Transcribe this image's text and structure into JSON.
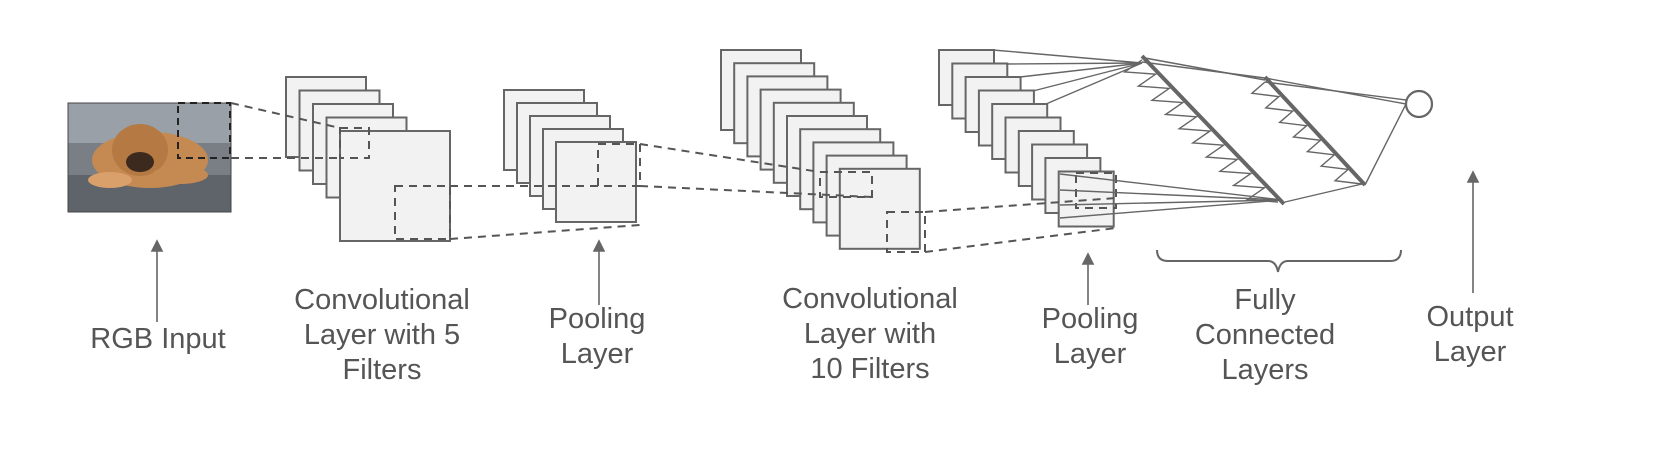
{
  "labels": {
    "rgb_input": [
      "RGB Input"
    ],
    "conv1": [
      "Convolutional",
      "Layer with 5",
      "Filters"
    ],
    "pool1": [
      "Pooling",
      "Layer"
    ],
    "conv2": [
      "Convolutional",
      "Layer with",
      "10 Filters"
    ],
    "pool2": [
      "Pooling",
      "Layer"
    ],
    "fc": [
      "Fully",
      "Connected",
      "Layers"
    ],
    "output": [
      "Output",
      "Layer"
    ]
  },
  "colors": {
    "stroke": "#666666",
    "fill": "#f2f2f2",
    "text": "#555555",
    "photo": "#7a7f86",
    "dog": "#c58a52"
  },
  "input_image": {
    "subject": "bulldog-photo"
  }
}
